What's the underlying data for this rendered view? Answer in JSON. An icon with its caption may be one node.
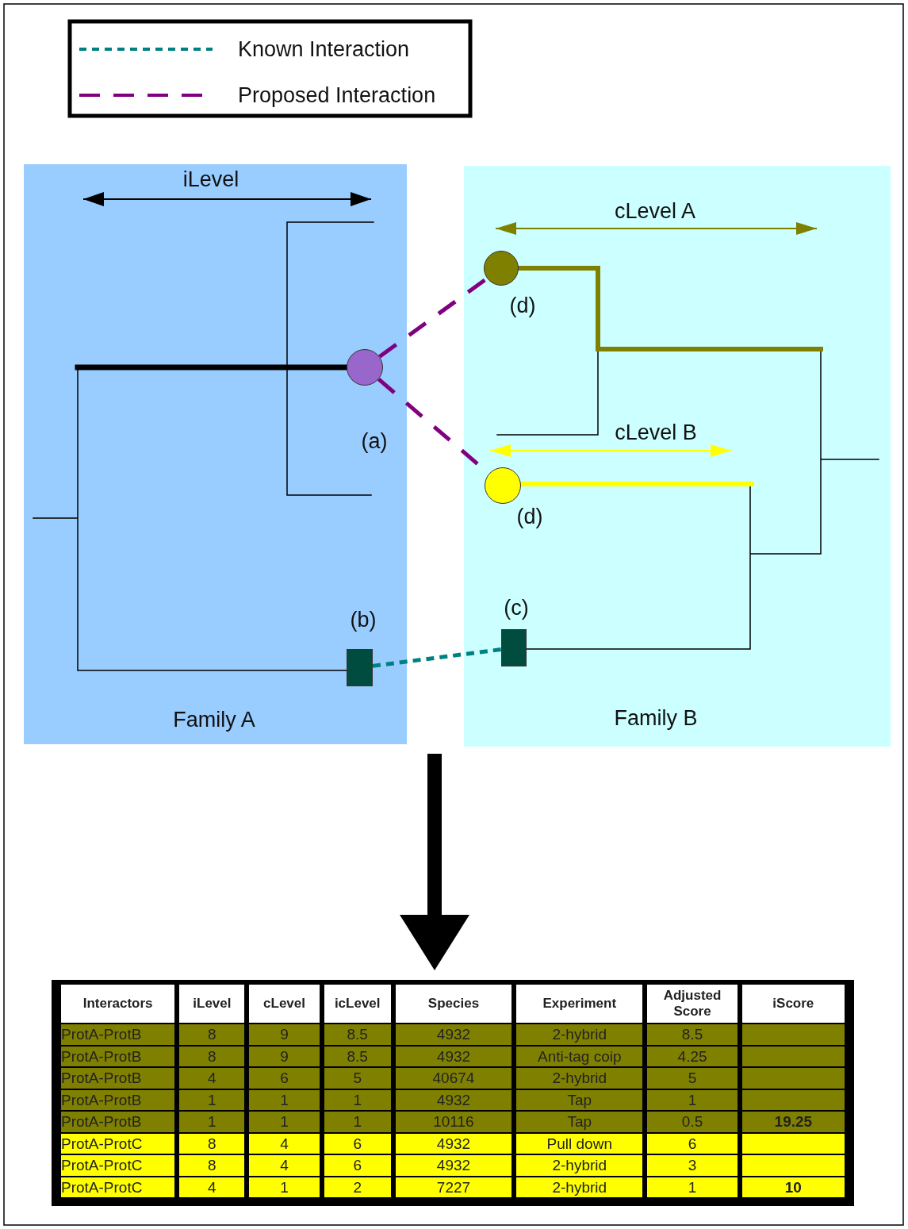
{
  "diagram": {
    "nodes": [
      {
        "text": [
          "Family A"
        ]
      },
      {
        "text": [
          "Family B"
        ]
      },
      {
        "text": [],
        "shape": "circle",
        "beside": [
          "(a)"
        ],
        "in": 0
      },
      {
        "text": [],
        "shape": "box",
        "beside": [
          "(b)"
        ],
        "in": 0
      },
      {
        "text": [],
        "shape": "circle",
        "beside": [
          "(d)"
        ],
        "in": 1
      },
      {
        "text": [],
        "shape": "circle",
        "beside": [
          "(d)"
        ],
        "in": 1
      },
      {
        "text": [],
        "shape": "box",
        "beside": [
          "(c)"
        ],
        "in": 1
      },
      {
        "text": [],
        "shape": "box"
      }
    ],
    "edges": [
      {
        "from": 2,
        "to": 4,
        "arrow": "none",
        "style": "dashed",
        "color": "#800080"
      },
      {
        "from": 2,
        "to": 5,
        "arrow": "none",
        "style": "dashed",
        "color": "#800080"
      },
      {
        "from": 3,
        "to": 6,
        "arrow": "none",
        "style": "dashed",
        "color": "#008080"
      },
      {
        "from": null,
        "to": 7,
        "arrow": "to",
        "style": "thick",
        "color": "#000000"
      }
    ],
    "labels": [
      "iLevel",
      "cLevel A",
      "cLevel B",
      "Interactors",
      "iLevel",
      "cLevel",
      "icLevel",
      "Species",
      "Experiment",
      "Adjusted Score",
      "iScore",
      "ProtA-ProtB",
      "8",
      "9",
      "8.5",
      "4932",
      "2-hybrid",
      "8.5",
      "ProtA-ProtB",
      "8",
      "9",
      "8.5",
      "4932",
      "Anti-tag coip",
      "4.25",
      "ProtA-ProtB",
      "4",
      "6",
      "5",
      "40674",
      "2-hybrid",
      "5",
      "ProtA-ProtB",
      "1",
      "1",
      "1",
      "4932",
      "Tap",
      "1",
      "ProtA-ProtB",
      "1",
      "1",
      "1",
      "10116",
      "Tap",
      "0.5",
      "19.25",
      "ProtA-ProtC",
      "8",
      "4",
      "6",
      "4932",
      "Pull down",
      "6",
      "ProtA-ProtC",
      "8",
      "4",
      "6",
      "4932",
      "2-hybrid",
      "3",
      "ProtA-ProtC",
      "4",
      "1",
      "2",
      "7227",
      "2-hybrid",
      "1",
      "10"
    ],
    "legend": [
      {
        "text": "Known Interaction"
      },
      {
        "text": "Proposed Interaction"
      }
    ]
  }
}
